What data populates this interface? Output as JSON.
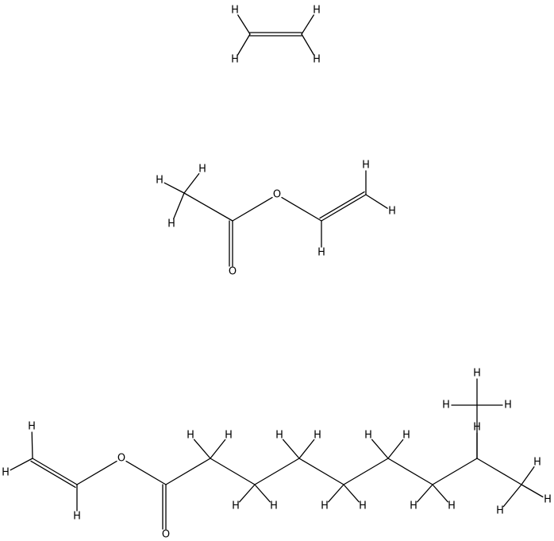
{
  "molecules": [
    {
      "atoms": [
        {
          "id": "c1",
          "label": ""
        },
        {
          "id": "c2",
          "label": ""
        },
        {
          "id": "h1",
          "label": "H"
        },
        {
          "id": "h2",
          "label": "H"
        },
        {
          "id": "h3",
          "label": "H"
        },
        {
          "id": "h4",
          "label": "H"
        }
      ],
      "bonds": [
        [
          "c1",
          "c2",
          2
        ],
        [
          "c1",
          "h1",
          1
        ],
        [
          "c1",
          "h2",
          1
        ],
        [
          "c2",
          "h3",
          1
        ],
        [
          "c2",
          "h4",
          1
        ]
      ]
    },
    {
      "atoms": [
        {
          "id": "cme",
          "label": ""
        },
        {
          "id": "hm1",
          "label": "H"
        },
        {
          "id": "hm2",
          "label": "H"
        },
        {
          "id": "hm3",
          "label": "H"
        },
        {
          "id": "cco",
          "label": ""
        },
        {
          "id": "ocarb",
          "label": "O"
        },
        {
          "id": "oest",
          "label": "O"
        },
        {
          "id": "cv1",
          "label": ""
        },
        {
          "id": "hv1",
          "label": "H"
        },
        {
          "id": "cv2",
          "label": ""
        },
        {
          "id": "hv2",
          "label": "H"
        },
        {
          "id": "hv3",
          "label": "H"
        }
      ],
      "bonds": [
        [
          "cme",
          "hm1",
          1
        ],
        [
          "cme",
          "hm2",
          1
        ],
        [
          "cme",
          "hm3",
          1
        ],
        [
          "cme",
          "cco",
          1
        ],
        [
          "cco",
          "ocarb",
          2
        ],
        [
          "cco",
          "oest",
          1
        ],
        [
          "oest",
          "cv1",
          1
        ],
        [
          "cv1",
          "hv1",
          1
        ],
        [
          "cv1",
          "cv2",
          2
        ],
        [
          "cv2",
          "hv2",
          1
        ],
        [
          "cv2",
          "hv3",
          1
        ]
      ]
    },
    {
      "atoms": [
        {
          "id": "b_hvt",
          "label": "H"
        },
        {
          "id": "b_hvl",
          "label": "H"
        },
        {
          "id": "b_v2",
          "label": ""
        },
        {
          "id": "b_v1",
          "label": ""
        },
        {
          "id": "b_hv1",
          "label": "H"
        },
        {
          "id": "b_oe",
          "label": "O"
        },
        {
          "id": "b_cc",
          "label": ""
        },
        {
          "id": "b_oc",
          "label": "O"
        },
        {
          "id": "b_c2",
          "label": ""
        },
        {
          "id": "b_h2a",
          "label": "H"
        },
        {
          "id": "b_h2b",
          "label": "H"
        },
        {
          "id": "b_c3",
          "label": ""
        },
        {
          "id": "b_h3a",
          "label": "H"
        },
        {
          "id": "b_h3b",
          "label": "H"
        },
        {
          "id": "b_c4",
          "label": ""
        },
        {
          "id": "b_h4a",
          "label": "H"
        },
        {
          "id": "b_h4b",
          "label": "H"
        },
        {
          "id": "b_c5",
          "label": ""
        },
        {
          "id": "b_h5a",
          "label": "H"
        },
        {
          "id": "b_h5b",
          "label": "H"
        },
        {
          "id": "b_c6",
          "label": ""
        },
        {
          "id": "b_h6a",
          "label": "H"
        },
        {
          "id": "b_h6b",
          "label": "H"
        },
        {
          "id": "b_c7",
          "label": ""
        },
        {
          "id": "b_h7a",
          "label": "H"
        },
        {
          "id": "b_h7b",
          "label": "H"
        },
        {
          "id": "b_c8",
          "label": ""
        },
        {
          "id": "b_h8",
          "label": "H"
        },
        {
          "id": "b_m1",
          "label": ""
        },
        {
          "id": "b_m1a",
          "label": "H"
        },
        {
          "id": "b_m1b",
          "label": "H"
        },
        {
          "id": "b_m1c",
          "label": "H"
        },
        {
          "id": "b_m2",
          "label": ""
        },
        {
          "id": "b_m2a",
          "label": "H"
        },
        {
          "id": "b_m2b",
          "label": "H"
        },
        {
          "id": "b_m2c",
          "label": "H"
        }
      ],
      "bonds": [
        [
          "b_v2",
          "b_hvt",
          1
        ],
        [
          "b_v2",
          "b_hvl",
          1
        ],
        [
          "b_v2",
          "b_v1",
          2
        ],
        [
          "b_v1",
          "b_hv1",
          1
        ],
        [
          "b_v1",
          "b_oe",
          1
        ],
        [
          "b_oe",
          "b_cc",
          1
        ],
        [
          "b_cc",
          "b_oc",
          2
        ],
        [
          "b_cc",
          "b_c2",
          1
        ],
        [
          "b_c2",
          "b_h2a",
          1
        ],
        [
          "b_c2",
          "b_h2b",
          1
        ],
        [
          "b_c2",
          "b_c3",
          1
        ],
        [
          "b_c3",
          "b_h3a",
          1
        ],
        [
          "b_c3",
          "b_h3b",
          1
        ],
        [
          "b_c3",
          "b_c4",
          1
        ],
        [
          "b_c4",
          "b_h4a",
          1
        ],
        [
          "b_c4",
          "b_h4b",
          1
        ],
        [
          "b_c4",
          "b_c5",
          1
        ],
        [
          "b_c5",
          "b_h5a",
          1
        ],
        [
          "b_c5",
          "b_h5b",
          1
        ],
        [
          "b_c5",
          "b_c6",
          1
        ],
        [
          "b_c6",
          "b_h6a",
          1
        ],
        [
          "b_c6",
          "b_h6b",
          1
        ],
        [
          "b_c6",
          "b_c7",
          1
        ],
        [
          "b_c7",
          "b_h7a",
          1
        ],
        [
          "b_c7",
          "b_h7b",
          1
        ],
        [
          "b_c7",
          "b_c8",
          1
        ],
        [
          "b_c8",
          "b_h8",
          1
        ],
        [
          "b_c8",
          "b_m1",
          1
        ],
        [
          "b_c8",
          "b_m2",
          1
        ],
        [
          "b_m1",
          "b_m1a",
          1
        ],
        [
          "b_m1",
          "b_m1b",
          1
        ],
        [
          "b_m1",
          "b_m1c",
          1
        ],
        [
          "b_m2",
          "b_m2a",
          1
        ],
        [
          "b_m2",
          "b_m2b",
          1
        ],
        [
          "b_m2",
          "b_m2c",
          1
        ]
      ]
    }
  ]
}
